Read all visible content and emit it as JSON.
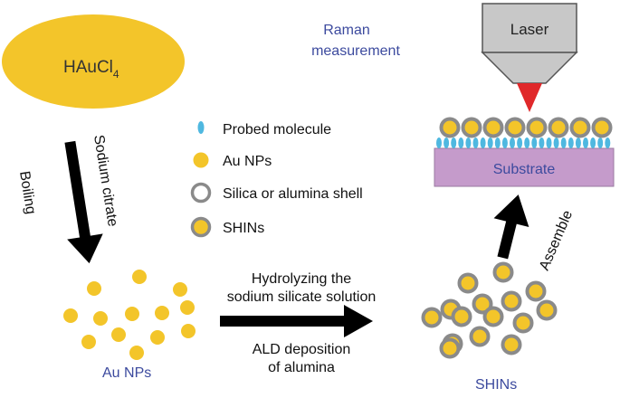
{
  "colors": {
    "gold": "#F3C52A",
    "shell": "#8A8A8A",
    "blue_text": "#3C4A9E",
    "probe": "#4FB8E0",
    "substrate": "#C59BCB",
    "laser_body": "#C8C8C8",
    "laser_beam": "#E0282A",
    "arrow": "#000000"
  },
  "hauCl4": {
    "label_main": "HAuCl",
    "label_sub": "4"
  },
  "step1": {
    "label_right": "Sodium citrate",
    "label_left": "Boiling"
  },
  "au_nps": {
    "label": "Au NPs"
  },
  "step2": {
    "label_top": [
      "Hydrolyzing the",
      "sodium silicate solution"
    ],
    "label_bottom": [
      "ALD deposition",
      "of alumina"
    ]
  },
  "shins": {
    "label": "SHINs"
  },
  "step3": {
    "label": "Assemble"
  },
  "raman": {
    "label": [
      "Raman",
      "measurement"
    ]
  },
  "laser": {
    "label": "Laser"
  },
  "substrate": {
    "label": "Substrate"
  },
  "legend": [
    {
      "icon": "probe-molecule-icon",
      "label": "Probed molecule"
    },
    {
      "icon": "au-np-icon",
      "label": "Au NPs"
    },
    {
      "icon": "shell-icon",
      "label": "Silica or alumina shell"
    },
    {
      "icon": "shin-icon",
      "label": "SHINs"
    }
  ]
}
